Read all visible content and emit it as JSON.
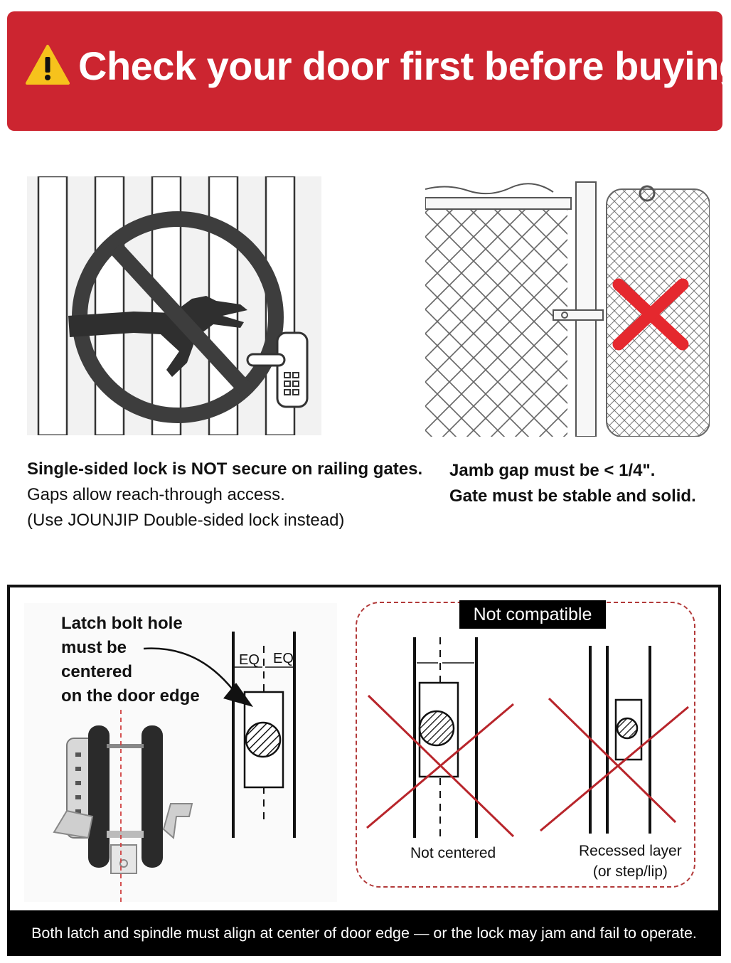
{
  "banner": {
    "title": "Check your door first before buying",
    "icon": "warning-icon",
    "color": "#cc2530"
  },
  "left_panel": {
    "icon": "no-reach-through-icon",
    "caption_bold": "Single-sided lock is NOT secure on railing gates.",
    "caption_line2": "Gaps allow reach-through access.",
    "caption_line3": "(Use JOUNJIP Double-sided lock instead)"
  },
  "right_panel": {
    "icon": "red-x-icon",
    "caption_line1": "Jamb gap must be < 1/4\".",
    "caption_line2": "Gate must be stable and solid."
  },
  "latch_section": {
    "lines": [
      "Latch bolt hole",
      "must be",
      "centered",
      "on the door edge"
    ],
    "eq_left": "EQ",
    "eq_right": "EQ"
  },
  "not_compatible": {
    "tag": "Not compatible",
    "case1_label": "Not centered",
    "case2_line1": "Recessed layer",
    "case2_line2": "(or step/lip)",
    "x_color": "#b8252b"
  },
  "footer": {
    "text": "Both latch and spindle must align at center of door edge — or the lock may jam and fail to operate."
  }
}
